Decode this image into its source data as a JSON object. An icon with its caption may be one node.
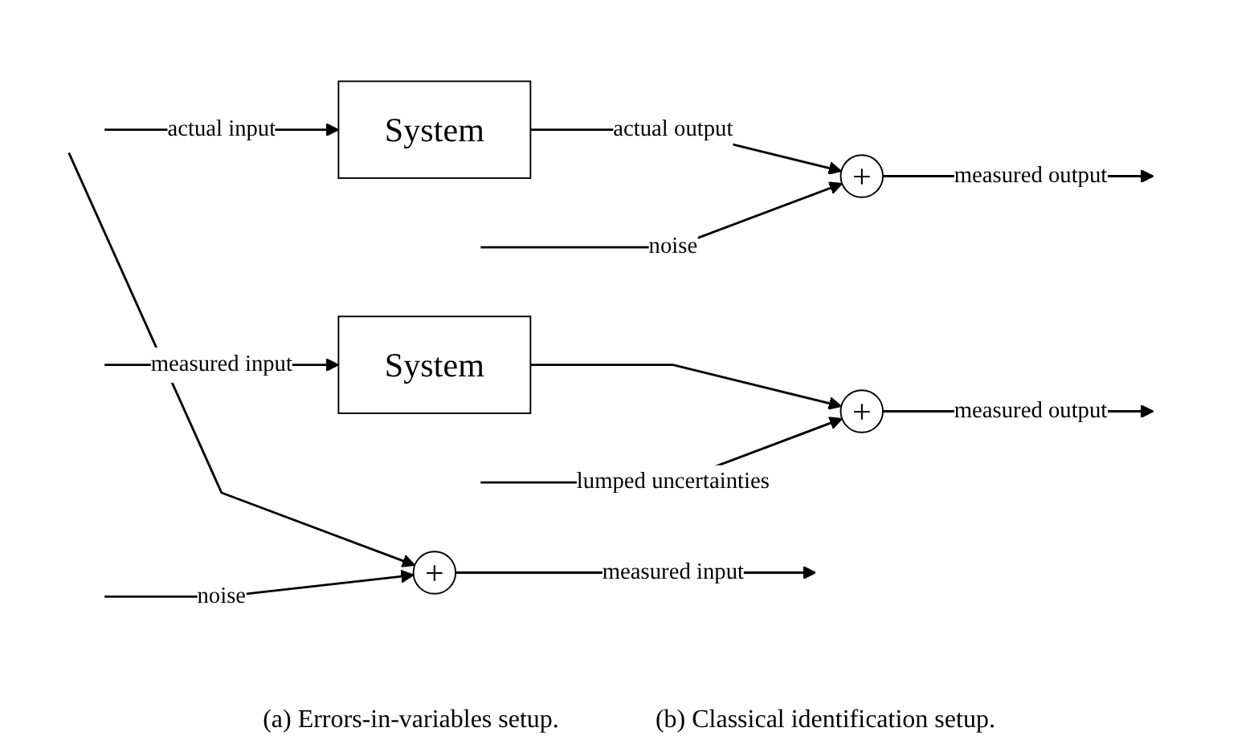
{
  "diagram": {
    "nodes": [
      {
        "text": [
          "System"
        ]
      },
      {
        "text": [
          "+"
        ]
      },
      {
        "text": [
          "+"
        ]
      },
      {
        "text": [
          "System"
        ]
      },
      {
        "text": [
          "+"
        ]
      }
    ],
    "edges": [
      {
        "from": null,
        "to": 0,
        "arrow": "to",
        "label": "actual input"
      },
      {
        "from": null,
        "to": 2,
        "arrow": "to"
      },
      {
        "from": null,
        "to": 2,
        "arrow": "to",
        "label": "noise"
      },
      {
        "from": 2,
        "to": null,
        "arrow": "to",
        "label": "measured input"
      },
      {
        "from": 0,
        "to": 1,
        "arrow": "to",
        "label": "actual output"
      },
      {
        "from": null,
        "to": 1,
        "arrow": "to",
        "label": "noise"
      },
      {
        "from": 1,
        "to": null,
        "arrow": "to",
        "label": "measured output"
      },
      {
        "from": null,
        "to": 3,
        "arrow": "to",
        "label": "measured input"
      },
      {
        "from": 3,
        "to": 4,
        "arrow": "to"
      },
      {
        "from": null,
        "to": 4,
        "arrow": "to",
        "label": "lumped uncertainties"
      },
      {
        "from": 4,
        "to": null,
        "arrow": "to",
        "label": "measured output"
      }
    ],
    "labels": [
      "(a) Errors-in-variables setup.",
      "(b) Classical identification setup."
    ]
  }
}
